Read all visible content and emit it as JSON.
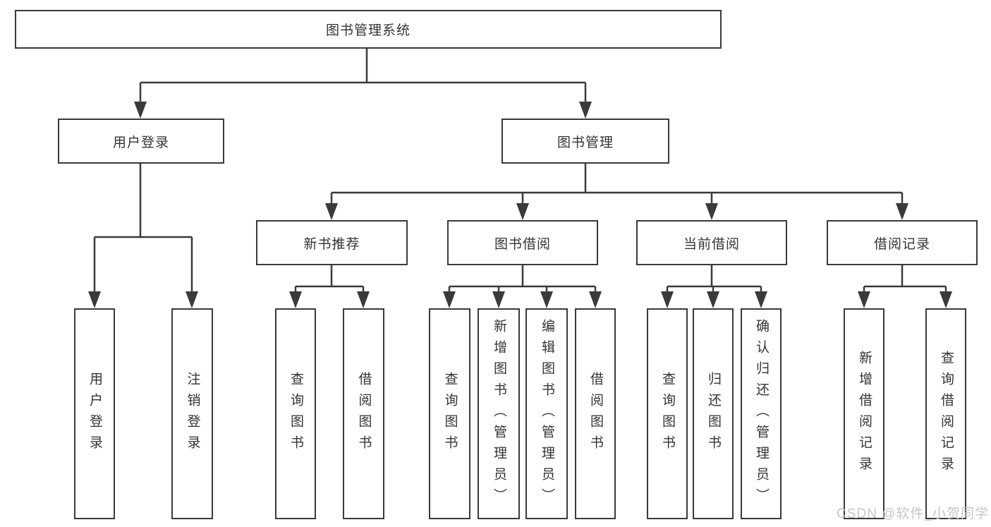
{
  "diagram": {
    "title": "图书管理系统",
    "type": "hierarchy-tree",
    "colors": {
      "line": "#3a3a3a",
      "text": "#333333",
      "background": "#ffffff",
      "watermark": "#c3c3c3"
    },
    "nodes": {
      "root": {
        "label": "图书管理系统"
      },
      "user_login": {
        "label": "用户登录"
      },
      "book_mgmt": {
        "label": "图书管理"
      },
      "new_book_rec": {
        "label": "新书推荐"
      },
      "book_borrow": {
        "label": "图书借阅"
      },
      "current_borrow": {
        "label": "当前借阅"
      },
      "borrow_record": {
        "label": "借阅记录"
      },
      "leaf_user_login": {
        "label": "用户登录"
      },
      "leaf_logout": {
        "label": "注销登录"
      },
      "leaf_query_book_rec": {
        "label": "查询图书"
      },
      "leaf_borrow_book_rec": {
        "label": "借阅图书"
      },
      "leaf_query_book_borrow": {
        "label": "查询图书"
      },
      "leaf_add_book_admin": {
        "label": "新增图书（管理员）"
      },
      "leaf_edit_book_admin": {
        "label": "编辑图书（管理员）"
      },
      "leaf_borrow_book_borrow": {
        "label": "借阅图书"
      },
      "leaf_query_book_current": {
        "label": "查询图书"
      },
      "leaf_return_book": {
        "label": "归还图书"
      },
      "leaf_confirm_return_admin": {
        "label": "确认归还（管理员）"
      },
      "leaf_add_borrow_record": {
        "label": "新增借阅记录"
      },
      "leaf_query_borrow_record": {
        "label": "查询借阅记录"
      }
    },
    "edges": [
      [
        "图书管理系统",
        "用户登录"
      ],
      [
        "图书管理系统",
        "图书管理"
      ],
      [
        "用户登录",
        "用户登录"
      ],
      [
        "用户登录",
        "注销登录"
      ],
      [
        "图书管理",
        "新书推荐"
      ],
      [
        "图书管理",
        "图书借阅"
      ],
      [
        "图书管理",
        "当前借阅"
      ],
      [
        "图书管理",
        "借阅记录"
      ],
      [
        "新书推荐",
        "查询图书"
      ],
      [
        "新书推荐",
        "借阅图书"
      ],
      [
        "图书借阅",
        "查询图书"
      ],
      [
        "图书借阅",
        "新增图书（管理员）"
      ],
      [
        "图书借阅",
        "编辑图书（管理员）"
      ],
      [
        "图书借阅",
        "借阅图书"
      ],
      [
        "当前借阅",
        "查询图书"
      ],
      [
        "当前借阅",
        "归还图书"
      ],
      [
        "当前借阅",
        "确认归还（管理员）"
      ],
      [
        "借阅记录",
        "新增借阅记录"
      ],
      [
        "借阅记录",
        "查询借阅记录"
      ]
    ],
    "watermark": "CSDN @软件_小贺同学"
  }
}
